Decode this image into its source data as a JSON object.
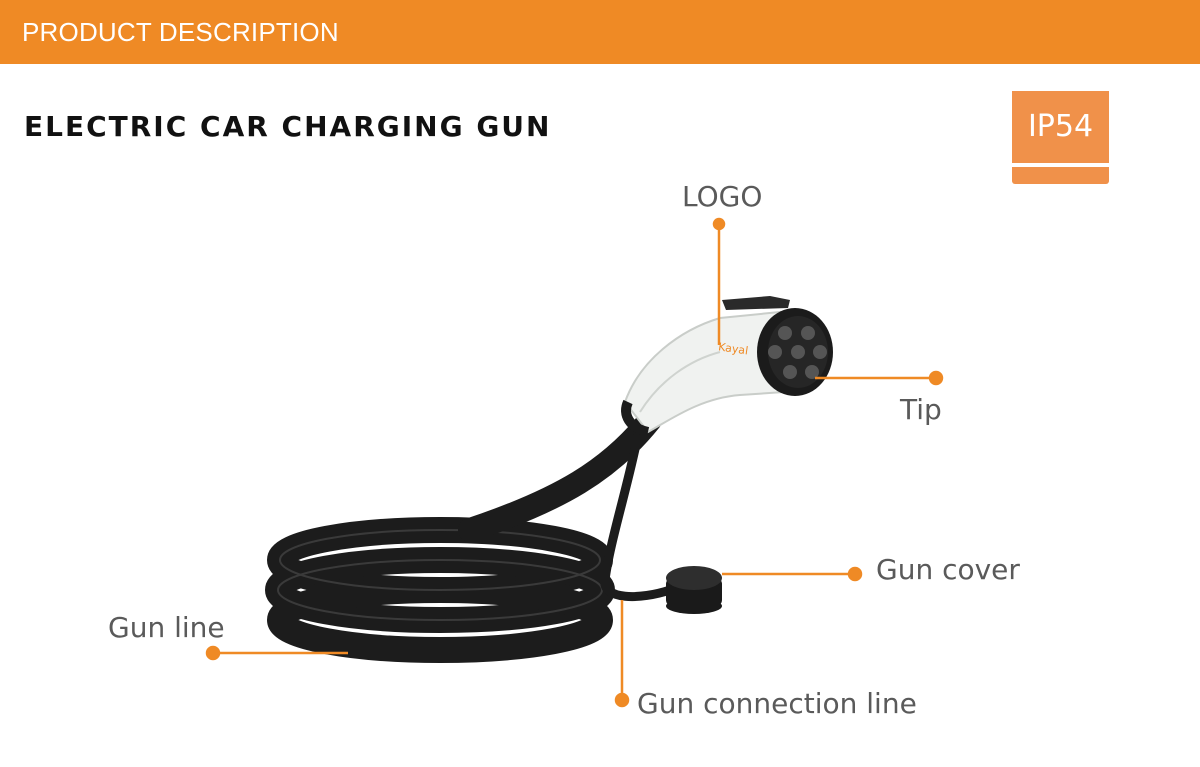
{
  "header": {
    "title": "PRODUCT DESCRIPTION"
  },
  "page": {
    "title": "ELECTRIC CAR CHARGING GUN"
  },
  "badge": {
    "label": "IP54"
  },
  "callouts": {
    "logo": "LOGO",
    "tip": "Tip",
    "gun_cover": "Gun cover",
    "gun_line": "Gun line",
    "gun_connection_line": "Gun connection line"
  },
  "product": {
    "brand_mark": "Kayal"
  },
  "colors": {
    "accent": "#ef8a25",
    "badge": "#f0914a",
    "callout_text": "#5a5a5a",
    "leader": "#ef8a25"
  }
}
